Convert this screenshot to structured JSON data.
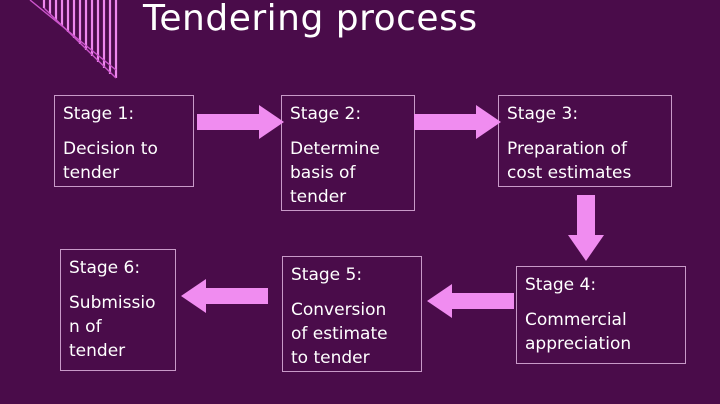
{
  "title": "Tendering process",
  "colors": {
    "background": "#4a0c4a",
    "arrow": "#f08cf0",
    "border": "#c89ac8",
    "stripes": "#ee88ee"
  },
  "stages": [
    {
      "label": "Stage 1:",
      "text": "Decision to\ntender"
    },
    {
      "label": "Stage 2:",
      "text": "Determine\nbasis of\ntender"
    },
    {
      "label": "Stage 3:",
      "text": "Preparation of\ncost estimates"
    },
    {
      "label": "Stage 4:",
      "text": "Commercial\nappreciation"
    },
    {
      "label": "Stage 5:",
      "text": "Conversion\nof estimate\nto tender"
    },
    {
      "label": "Stage 6:",
      "text": "Submissio\nn of\ntender"
    }
  ],
  "flow": [
    {
      "from": "Stage 1",
      "to": "Stage 2",
      "direction": "right"
    },
    {
      "from": "Stage 2",
      "to": "Stage 3",
      "direction": "right"
    },
    {
      "from": "Stage 3",
      "to": "Stage 4",
      "direction": "down"
    },
    {
      "from": "Stage 4",
      "to": "Stage 5",
      "direction": "left"
    },
    {
      "from": "Stage 5",
      "to": "Stage 6",
      "direction": "left"
    }
  ]
}
